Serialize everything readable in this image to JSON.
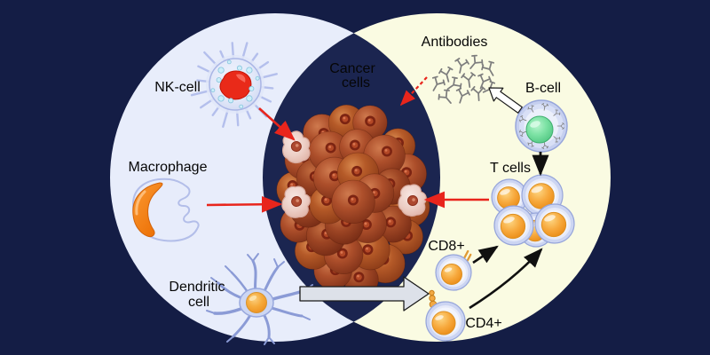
{
  "diagram": {
    "background_color": "#141d45",
    "innate_region": {
      "fill": "#e8edfb",
      "labels": {
        "nk_cell": "NK-cell",
        "macrophage": "Macrophage",
        "dendritic_line1": "Dendritic",
        "dendritic_line2": "cell"
      }
    },
    "overlap_region": {
      "fill": "#1b2550",
      "labels": {
        "cancer_line1": "Cancer",
        "cancer_line2": "cells"
      }
    },
    "adaptive_region": {
      "fill": "#fafbe2",
      "labels": {
        "antibodies": "Antibodies",
        "b_cell": "B-cell",
        "t_cells": "T cells",
        "cd8": "CD8+",
        "cd4": "CD4+"
      }
    },
    "colors": {
      "attack_arrow": "#e8251c",
      "flow_arrow": "#101010",
      "block_arrow": "#ffffff",
      "cancer_cell_body": "#a04527",
      "cancer_cell_nucleus": "#7c2412",
      "t_cell_nucleus": "#f7a93d",
      "b_cell_nucleus": "#6bd795",
      "nk_nucleus": "#e92a19",
      "macrophage_nucleus": "#ee7d12",
      "apoptotic_cell": "#edcfc6"
    }
  }
}
